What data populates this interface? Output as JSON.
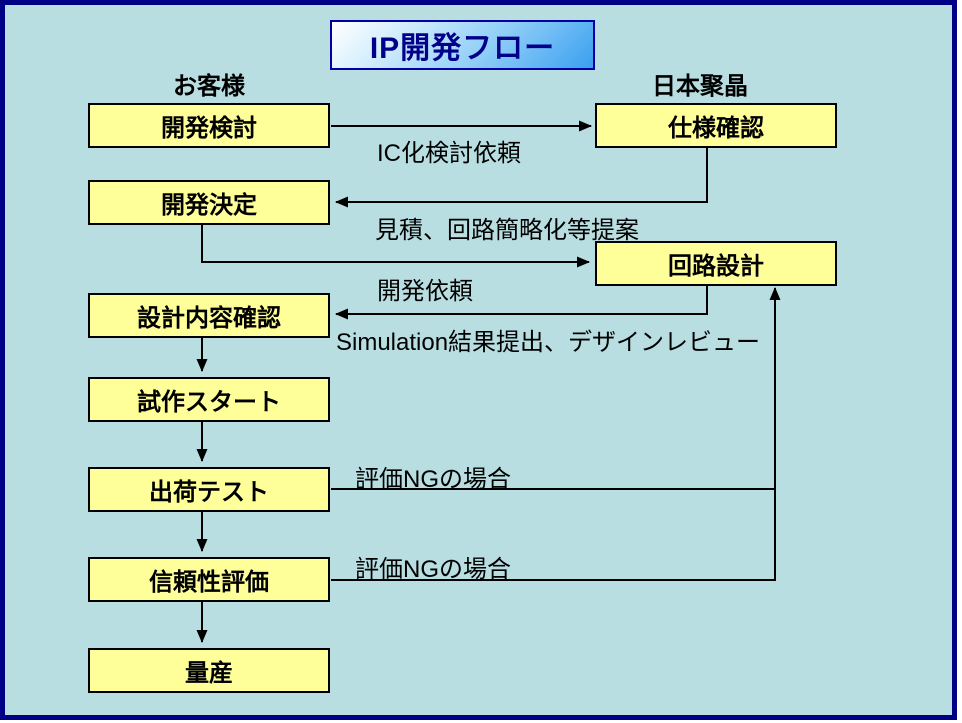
{
  "title": "IP開発フロー",
  "columns": {
    "left_header": "お客様",
    "right_header": "日本聚晶"
  },
  "boxes": {
    "left": [
      "開発検討",
      "開発決定",
      "設計内容確認",
      "試作スタート",
      "出荷テスト",
      "信頼性評価",
      "量産"
    ],
    "right": [
      "仕様確認",
      "回路設計"
    ]
  },
  "edges": [
    {
      "from": "開発検討",
      "to": "仕様確認",
      "label": "IC化検討依頼"
    },
    {
      "from": "仕様確認",
      "to": "開発決定",
      "label": "見積、回路簡略化等提案"
    },
    {
      "from": "開発決定",
      "to": "回路設計",
      "label": "開発依頼"
    },
    {
      "from": "回路設計",
      "to": "設計内容確認",
      "label": "Simulation結果提出、デザインレビュー"
    },
    {
      "from": "設計内容確認",
      "to": "試作スタート",
      "label": ""
    },
    {
      "from": "試作スタート",
      "to": "出荷テスト",
      "label": ""
    },
    {
      "from": "出荷テスト",
      "to": "信頼性評価",
      "label": ""
    },
    {
      "from": "信頼性評価",
      "to": "量産",
      "label": ""
    },
    {
      "from": "出荷テスト",
      "to": "回路設計",
      "label": "評価NGの場合"
    },
    {
      "from": "信頼性評価",
      "to": "回路設計",
      "label": "評価NGの場合"
    }
  ],
  "colors": {
    "background": "#b8dee1",
    "slide_border": "#000087",
    "box_fill": "#ffff99",
    "box_border": "#000000",
    "title_text": "#00008b",
    "title_border": "#0000a2",
    "title_gradient_start": "#ffffff",
    "title_gradient_end": "#3aa0f0",
    "wire": "#000000"
  }
}
